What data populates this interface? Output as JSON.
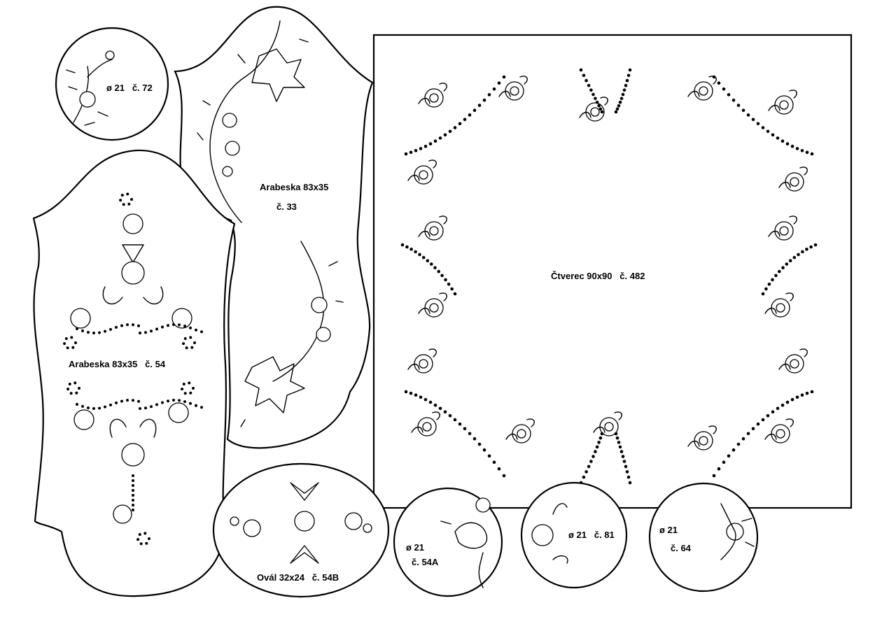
{
  "patterns": {
    "circle_72": {
      "l1": "ø 21   č. 72"
    },
    "arabeska_33": {
      "l1": "Arabeska 83x35",
      "l2": "č. 33"
    },
    "arabeska_54": {
      "l1": "Arabeska 83x35   č. 54"
    },
    "ctverec_482": {
      "l1": "Čtverec 90x90   č. 482"
    },
    "oval_54b": {
      "l1": "Ovál 32x24   č. 54B"
    },
    "circle_54a": {
      "l1": "ø 21",
      "l2": "č. 54A"
    },
    "circle_81": {
      "l1": "ø 21   č. 81"
    },
    "circle_64": {
      "l1": "ø 21",
      "l2": "č. 64"
    }
  }
}
